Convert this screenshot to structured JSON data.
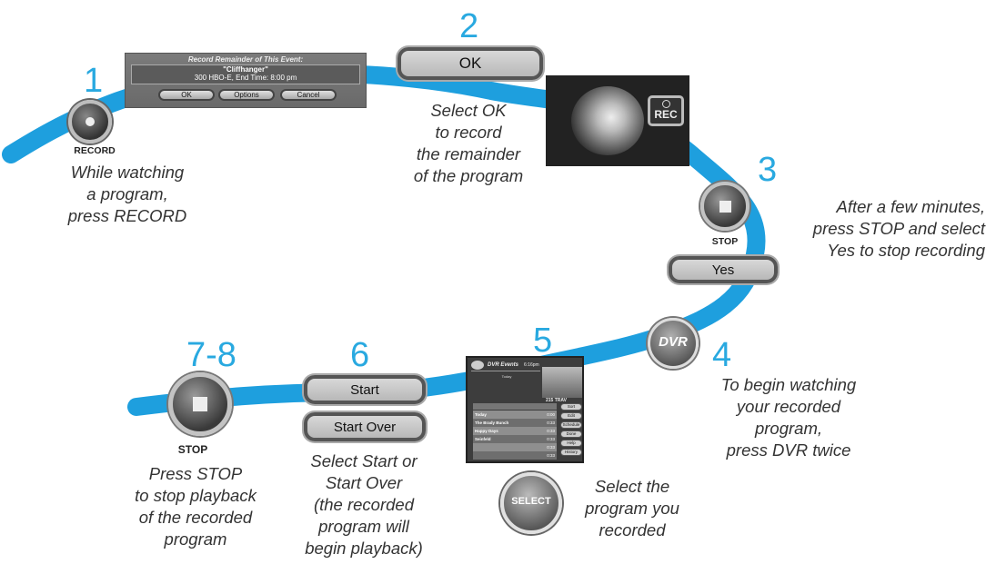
{
  "steps": {
    "s1": {
      "number": "1",
      "button_label": "RECORD",
      "caption": [
        "While watching",
        "a program,",
        "press RECORD"
      ]
    },
    "s2": {
      "number": "2",
      "button_label": "OK",
      "caption": [
        "Select OK",
        "to record",
        "the remainder",
        "of the program"
      ]
    },
    "s3": {
      "number": "3",
      "button_label": "STOP",
      "yes_label": "Yes",
      "caption": [
        "After a few minutes,",
        "press STOP and select",
        "Yes to stop recording"
      ]
    },
    "s4": {
      "number": "4",
      "button_label": "DVR",
      "caption": [
        "To begin watching",
        "your recorded",
        "program,",
        "press DVR twice"
      ]
    },
    "s5": {
      "number": "5",
      "button_label": "SELECT",
      "caption": [
        "Select the",
        "program you",
        "recorded"
      ]
    },
    "s6": {
      "number": "6",
      "start_label": "Start",
      "startover_label": "Start Over",
      "caption": [
        "Select Start or",
        "Start Over",
        "(the recorded",
        "program will",
        "begin playback)"
      ]
    },
    "s78": {
      "number": "7-8",
      "button_label": "STOP",
      "caption": [
        "Press STOP",
        "to stop playback",
        "of the recorded",
        "program"
      ]
    }
  },
  "dialog": {
    "title": "Record Remainder of This Event:",
    "program": "\"Cliffhanger\"",
    "detail": "300 HBO-E, End Time: 8:00 pm",
    "buttons": [
      "OK",
      "Options",
      "Cancel"
    ]
  },
  "tv": {
    "rec_label": "REC"
  },
  "guide": {
    "title": "DVR Events",
    "time": "6:16pm",
    "today": "Today",
    "channel": "215 TRAV",
    "rows": [
      {
        "name": "Today",
        "time": "0:00"
      },
      {
        "name": "The Brady Bunch",
        "time": "0:33"
      },
      {
        "name": "Happy Days",
        "time": "0:33"
      },
      {
        "name": "Seinfeld",
        "time": "0:33"
      },
      {
        "name": "",
        "time": "0:33"
      },
      {
        "name": "",
        "time": "0:33"
      }
    ],
    "buttons": [
      "Sort",
      "Edit",
      "Schedule",
      "Done",
      "Help",
      "History"
    ]
  },
  "colors": {
    "path": "#1e9fde",
    "number": "#29a9e0"
  }
}
